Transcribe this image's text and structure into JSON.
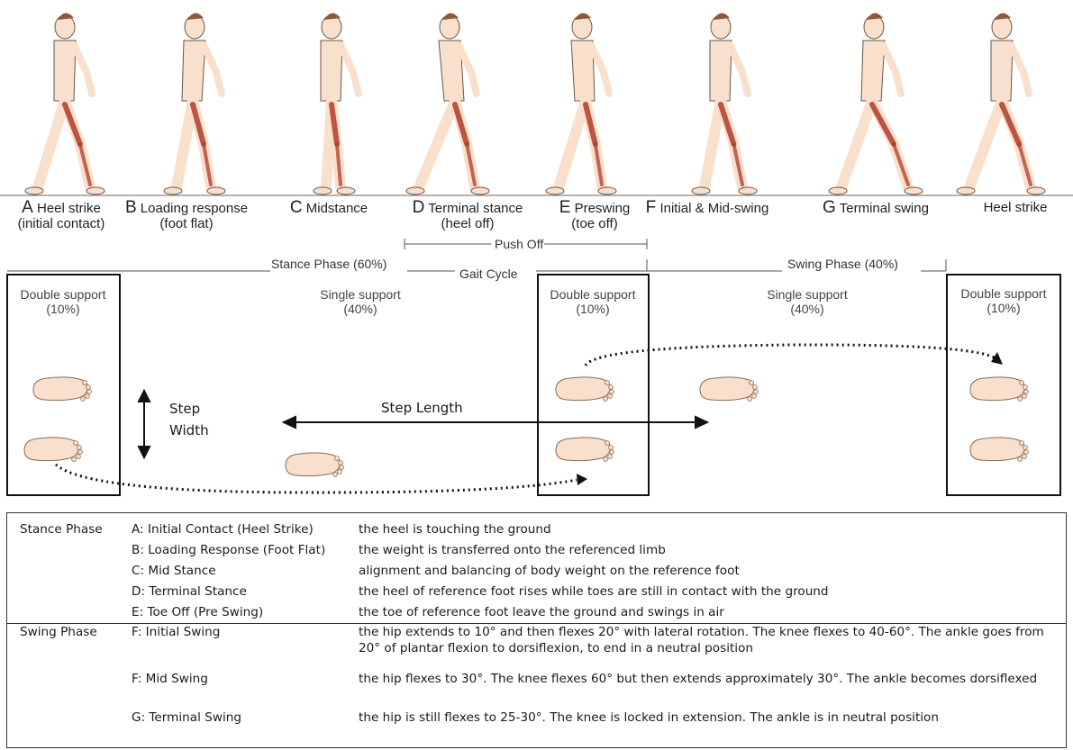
{
  "phases": [
    {
      "letter": "A",
      "name": "Heel strike",
      "sub": "(initial contact)"
    },
    {
      "letter": "B",
      "name": "Loading response",
      "sub": "(foot flat)"
    },
    {
      "letter": "C",
      "name": "Midstance",
      "sub": ""
    },
    {
      "letter": "D",
      "name": "Terminal stance",
      "sub": "(heel off)"
    },
    {
      "letter": "E",
      "name": "Preswing",
      "sub": "(toe off)"
    },
    {
      "letter": "F",
      "name": "Initial & Mid-swing",
      "sub": ""
    },
    {
      "letter": "G",
      "name": "Terminal swing",
      "sub": ""
    },
    {
      "letter": "",
      "name": "Heel strike",
      "sub": ""
    }
  ],
  "timeline": {
    "push_off": "Push Off",
    "stance_phase": "Stance Phase (60%)",
    "gait_cycle": "Gait Cycle",
    "swing_phase": "Swing Phase (40%)"
  },
  "supports": [
    {
      "label": "Double support",
      "pct": "(10%)"
    },
    {
      "label": "Single support",
      "pct": "(40%)"
    },
    {
      "label": "Double support",
      "pct": "(10%)"
    },
    {
      "label": "Single support",
      "pct": "(40%)"
    },
    {
      "label": "Double support",
      "pct": "(10%)"
    }
  ],
  "measures": {
    "step_width_1": "Step",
    "step_width_2": "Width",
    "step_length": "Step Length"
  },
  "colors": {
    "skin": "#f8e0cc",
    "foot_outline": "#8a6a55",
    "muscle": "#b23a2a"
  },
  "table": {
    "rows": [
      {
        "phase": "Stance Phase",
        "event": "A: Initial Contact (Heel Strike)",
        "desc": "the heel is touching the ground"
      },
      {
        "phase": "",
        "event": "B: Loading Response (Foot Flat)",
        "desc": "the weight is transferred onto the referenced limb"
      },
      {
        "phase": "",
        "event": "C: Mid Stance",
        "desc": "alignment and balancing of body weight on the reference foot"
      },
      {
        "phase": "",
        "event": "D: Terminal Stance",
        "desc": "the heel of reference foot rises while toes are still in contact with the ground"
      },
      {
        "phase": "",
        "event": "E: Toe Off (Pre Swing)",
        "desc": "the toe of reference foot  leave the ground and swings in air"
      },
      {
        "phase": "Swing Phase",
        "event": "F: Initial Swing",
        "desc": "the hip extends to 10° and then flexes 20° with lateral rotation. The knee flexes to 40-60°. The ankle goes from 20° of plantar flexion to dorsiflexion, to end in a neutral position"
      },
      {
        "phase": "",
        "event": "F: Mid Swing",
        "desc": "the hip flexes to 30°. The knee flexes 60° but then extends approximately 30°. The ankle becomes dorsiflexed"
      },
      {
        "phase": "",
        "event": "G: Terminal Swing",
        "desc": "the hip is still flexes to 25-30°. The knee is locked in extension. The ankle is in neutral position"
      }
    ]
  }
}
